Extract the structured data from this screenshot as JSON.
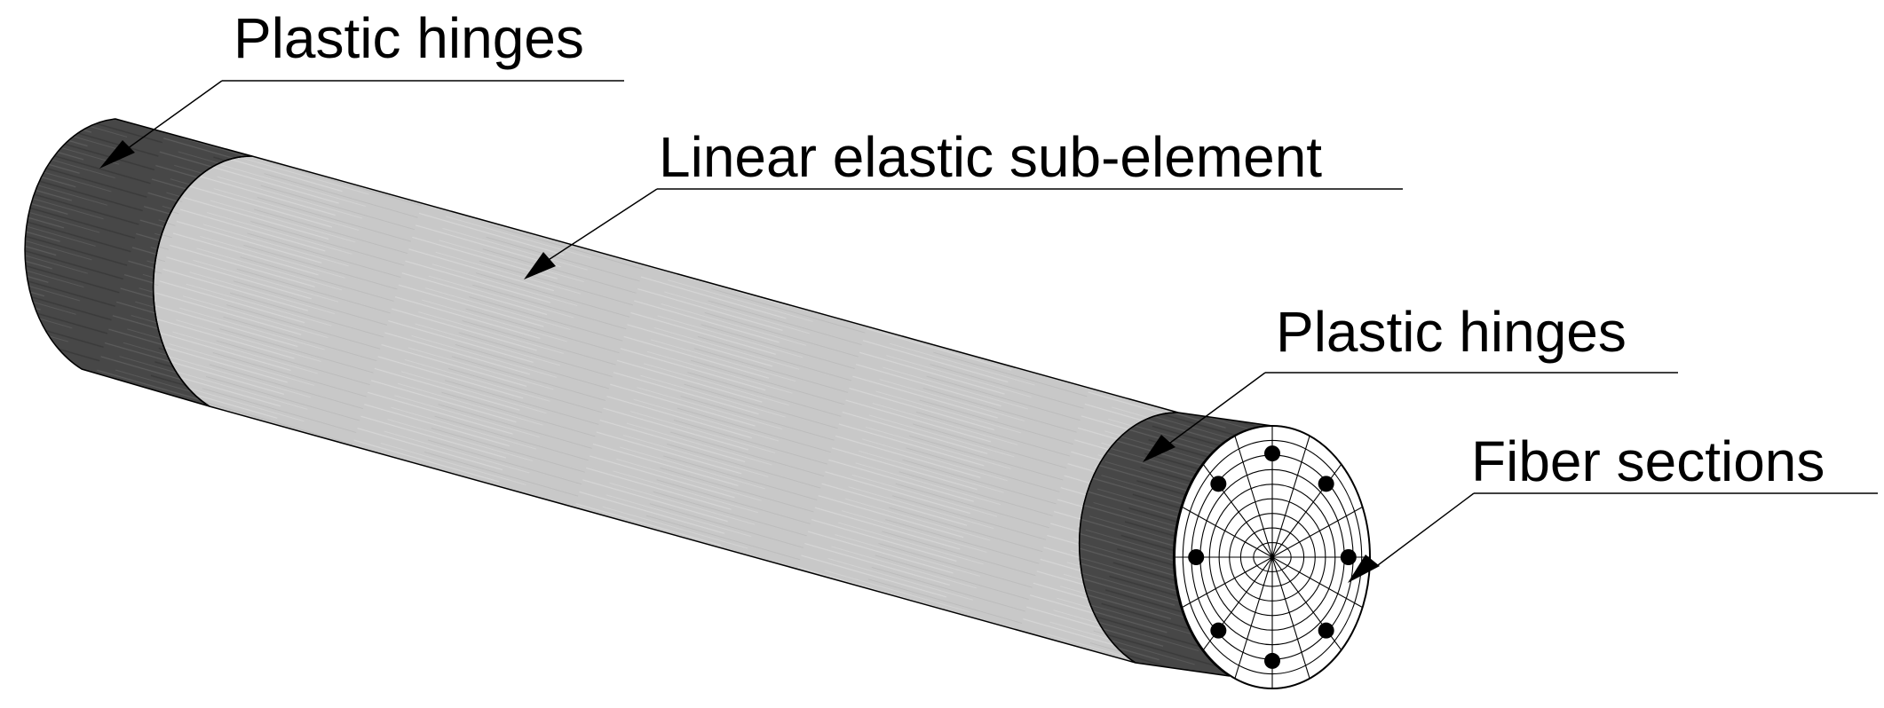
{
  "labels": {
    "hinge_top_left": "Plastic hinges",
    "elastic": "Linear elastic sub-element",
    "hinge_right": "Plastic hinges",
    "fiber": "Fiber sections"
  },
  "colors": {
    "hinge": "#4a4a4a",
    "elastic": "#c6c6c6",
    "end_face": "#ffffff",
    "outline": "#000000",
    "rebar": "#000000"
  },
  "fiber_section": {
    "radial_divisions": 16,
    "rings": 9,
    "rebar_count": 8
  }
}
